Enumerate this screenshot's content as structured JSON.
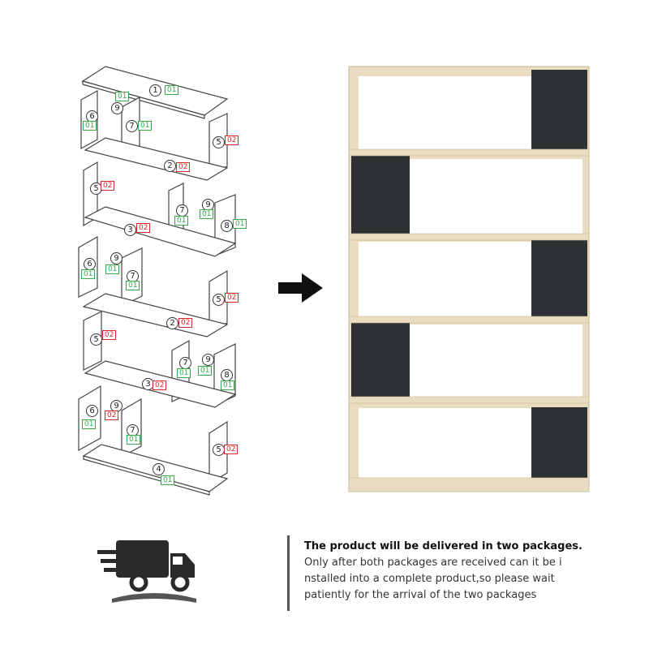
{
  "parts": [
    {
      "num": "1",
      "tag": "01",
      "color": "green"
    },
    {
      "num": "9",
      "tag": "01",
      "color": "green"
    },
    {
      "num": "6",
      "tag": "01",
      "color": "green"
    },
    {
      "num": "7",
      "tag": "01",
      "color": "green"
    },
    {
      "num": "5",
      "tag": "02",
      "color": "red"
    },
    {
      "num": "2",
      "tag": "02",
      "color": "red"
    },
    {
      "num": "5",
      "tag": "02",
      "color": "red"
    },
    {
      "num": "7",
      "tag": "01",
      "color": "green"
    },
    {
      "num": "9",
      "tag": "01",
      "color": "green"
    },
    {
      "num": "8",
      "tag": "01",
      "color": "green"
    },
    {
      "num": "3",
      "tag": "02",
      "color": "red"
    },
    {
      "num": "6",
      "tag": "01",
      "color": "green"
    },
    {
      "num": "9",
      "tag": "01",
      "color": "green"
    },
    {
      "num": "7",
      "tag": "01",
      "color": "green"
    },
    {
      "num": "5",
      "tag": "02",
      "color": "red"
    },
    {
      "num": "2",
      "tag": "02",
      "color": "red"
    },
    {
      "num": "5",
      "tag": "02",
      "color": "red"
    },
    {
      "num": "7",
      "tag": "01",
      "color": "green"
    },
    {
      "num": "9",
      "tag": "01",
      "color": "green"
    },
    {
      "num": "8",
      "tag": "01",
      "color": "green"
    },
    {
      "num": "3",
      "tag": "02",
      "color": "red"
    },
    {
      "num": "6",
      "tag": "01",
      "color": "green"
    },
    {
      "num": "9",
      "tag": "02",
      "color": "red"
    },
    {
      "num": "7",
      "tag": "01",
      "color": "green"
    },
    {
      "num": "5",
      "tag": "02",
      "color": "red"
    },
    {
      "num": "4",
      "tag": "01",
      "color": "green"
    }
  ],
  "colors": {
    "oak": "#e9dcc0",
    "dark": "#2d3133",
    "green": "#3aa84a",
    "red": "#d42a2a"
  },
  "icons": {
    "arrow": "arrow-right-icon",
    "truck": "delivery-truck-icon"
  },
  "notice": {
    "heading": "The product will be delivered in two packages.",
    "line1": "Only after both packages are received can it be i",
    "line2": "nstalled into a complete product,so please wait",
    "line3": "patiently for the arrival of the two packages"
  }
}
